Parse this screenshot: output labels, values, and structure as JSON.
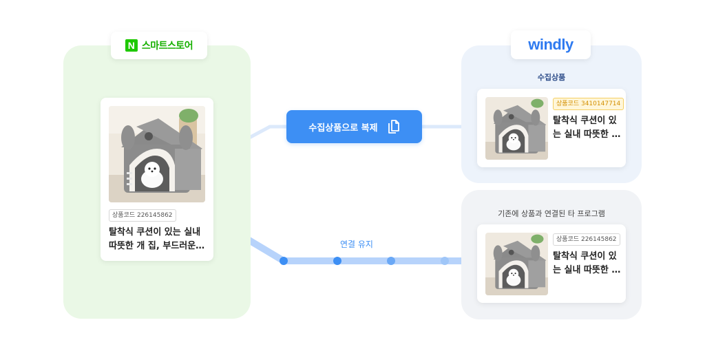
{
  "naver": {
    "logo_letter": "N",
    "name": "스마트스토어"
  },
  "windly": {
    "name": "windly"
  },
  "collected_section": {
    "title": "수집상품"
  },
  "linked_section": {
    "title": "기존에 상품과 연결된 타 프로그램"
  },
  "source_product": {
    "code_label": "상품코드 226145862",
    "title": "탈착식 쿠션이 있는 실내 따뜻한 개 집, 부드러운 개 집"
  },
  "collected_product": {
    "code_label": "상품코드 3410147714",
    "title": "탈착식 쿠션이 있는 실내 따뜻한 개 집"
  },
  "linked_product": {
    "code_label": "상품코드 226145862",
    "title": "탈착식 쿠션이 있는 실내 따뜻한 개 집"
  },
  "copy_action": {
    "label": "수집상품으로 복제",
    "icon": "copy-icon"
  },
  "keep_link": {
    "label": "연결 유지"
  },
  "colors": {
    "accent": "#3d8ff4",
    "naver_green": "#1ec800",
    "code_yellow": "#d38f00"
  }
}
